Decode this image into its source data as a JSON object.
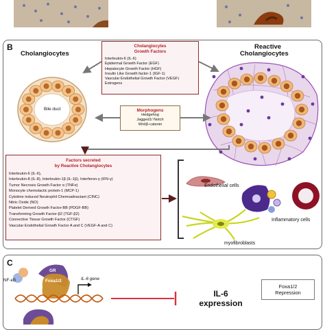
{
  "panel_b": {
    "label": "B",
    "cholangiocytes_title": "Cholangiocytes",
    "reactive_title_line1": "Reactive",
    "reactive_title_line2": "Cholangiocytes",
    "bile_duct_label": "Bile duct",
    "growth_factors": {
      "title_line1": "Cholangiocytes",
      "title_line2": "Growth Factors",
      "items": [
        "Interleukin-6 (IL-6)",
        "Epidermal Growth Factor (EGF)",
        "Hepatocyte Growth Factor (HGF)",
        "Insulin Like Growth factor-1 (IGF-1)",
        "Vascular Endothelial Growth Factor (VEGF)",
        "Estrogens"
      ]
    },
    "morphogens": {
      "title": "Morphogens",
      "items": [
        "Hedgehog",
        "Jagged1/ Notch",
        "Wnt/β-catenin"
      ]
    },
    "secreted_factors": {
      "title_line1": "Factors secreted",
      "title_line2": "by Reactive Cholangiocytes",
      "items": [
        "Interleukin-6 (IL-6),",
        "Interleukin-8 (IL-8), Interleukin-1β (IL-1β), Interferon-γ (IFN-γ)",
        "Tumor Necrosis Growth Factor α (TNFα)",
        "Monocyte chemotactic protein-1 (MCP-1)",
        "Cytokine induced Neutrophil Chemoattractant (CINC)",
        "Nitric Oxide (NO)",
        "Platelet Derived Growth Factor-BB (PDGF-BB)",
        "Transforming Growth Factor-β2 (TGF-β2)",
        "Connective Tissue Growth Factor (CTGF)",
        "Vascular Endothelial Growth Factor A and C (VEGF-A and C)"
      ]
    },
    "targets": {
      "endothelial": "Endothelial cells",
      "inflammatory": "Inflammatory cells",
      "myofibroblasts": "myofibroblasts"
    }
  },
  "panel_c": {
    "label": "C",
    "nfkb": "NF-κB",
    "gr": "GR",
    "foxa": "Foxa1/2",
    "gene": "IL-6 gene",
    "il6_line1": "IL-6",
    "il6_line2": "expression",
    "repression_line1": "Foxa1/2",
    "repression_line2": "Repression"
  },
  "colors": {
    "frame": "#6b6b6b",
    "title_red": "#b3202a",
    "cell_orange": "#e39a4e",
    "purple_tissue": "#9b4fb3",
    "inhibit_red": "#d8313a"
  }
}
